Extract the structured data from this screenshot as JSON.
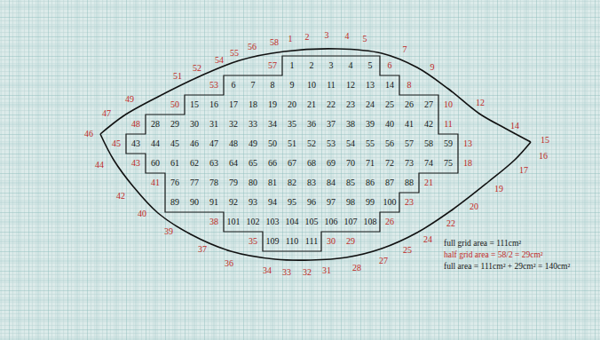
{
  "diagram": {
    "labels": [
      "1",
      "2",
      "3",
      "4",
      "5",
      "6",
      "7",
      "8",
      "9",
      "10",
      "11",
      "12",
      "13",
      "14",
      "15",
      "16",
      "17",
      "18",
      "19",
      "20",
      "21",
      "22",
      "23",
      "24",
      "25",
      "26",
      "27",
      "28",
      "29",
      "30",
      "31",
      "32",
      "33",
      "34",
      "35",
      "36",
      "37",
      "38",
      "39",
      "40",
      "41",
      "42",
      "43",
      "44",
      "45",
      "46",
      "47",
      "48",
      "49",
      "50",
      "51",
      "52",
      "53",
      "54",
      "55",
      "56",
      "57",
      "58",
      "59",
      "60",
      "61",
      "62",
      "63",
      "64",
      "65",
      "66",
      "67",
      "68",
      "69",
      "70",
      "71",
      "72",
      "73",
      "74",
      "75",
      "76",
      "77",
      "78",
      "79",
      "80",
      "81",
      "82",
      "83",
      "84",
      "85",
      "86",
      "87",
      "88",
      "89",
      "90",
      "91",
      "92",
      "93",
      "94",
      "95",
      "96",
      "97",
      "98",
      "99",
      "100",
      "101",
      "102",
      "103",
      "104",
      "105",
      "106",
      "107",
      "108",
      "109",
      "110",
      "111",
      "1",
      "2",
      "3",
      "4",
      "5",
      "6",
      "7",
      "8",
      "9",
      "10",
      "11",
      "12",
      "13",
      "14",
      "15",
      "16",
      "17",
      "18",
      "19",
      "20",
      "21",
      "22",
      "23",
      "24",
      "25",
      "26",
      "27",
      "28",
      "29",
      "30",
      "31",
      "32",
      "33",
      "34",
      "35",
      "36",
      "37",
      "38",
      "39",
      "40",
      "41",
      "42",
      "43",
      "44",
      "45",
      "46",
      "47",
      "48",
      "49",
      "50",
      "51",
      "52",
      "53",
      "54",
      "55",
      "56",
      "57",
      "58",
      "full grid area = 111cm²",
      "half grid area = 58/2 = 29cm²",
      "full area = 111cm² + 29cm² = 140cm²"
    ]
  }
}
